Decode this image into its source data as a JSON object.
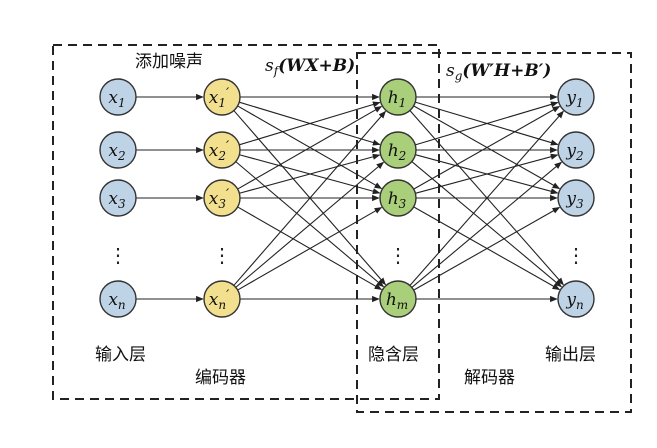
{
  "labels": {
    "add_noise": "添加噪声",
    "input_layer": "输入层",
    "encoder": "编码器",
    "hidden_layer": "隐含层",
    "decoder": "解码器",
    "output_layer": "输出层"
  },
  "formulas": {
    "encoder_s": "s",
    "encoder_sub": "f",
    "encoder_expr": "(WX+B)",
    "decoder_s": "s",
    "decoder_sub": "g",
    "decoder_expr": "(W′H+B′)"
  },
  "nodes": {
    "inputs": [
      {
        "base": "x",
        "sub": "1"
      },
      {
        "base": "x",
        "sub": "2"
      },
      {
        "base": "x",
        "sub": "3"
      },
      {
        "base": "x",
        "sub": "n"
      }
    ],
    "noisy": [
      {
        "base": "x",
        "sub": "1",
        "prime": "′"
      },
      {
        "base": "x",
        "sub": "2",
        "prime": "′"
      },
      {
        "base": "x",
        "sub": "3",
        "prime": "′"
      },
      {
        "base": "x",
        "sub": "n",
        "prime": "′"
      }
    ],
    "hidden": [
      {
        "base": "h",
        "sub": "1"
      },
      {
        "base": "h",
        "sub": "2"
      },
      {
        "base": "h",
        "sub": "3"
      },
      {
        "base": "h",
        "sub": "m"
      }
    ],
    "outputs": [
      {
        "base": "y",
        "sub": "1"
      },
      {
        "base": "y",
        "sub": "2"
      },
      {
        "base": "y",
        "sub": "3"
      },
      {
        "base": "y",
        "sub": "n"
      }
    ],
    "ellipsis": "⋮"
  },
  "colors": {
    "input_fill": "#bfd3e6",
    "noisy_fill": "#f3e08e",
    "hidden_fill": "#a9cf7a",
    "output_fill": "#bfd3e6",
    "stroke": "#333333"
  }
}
